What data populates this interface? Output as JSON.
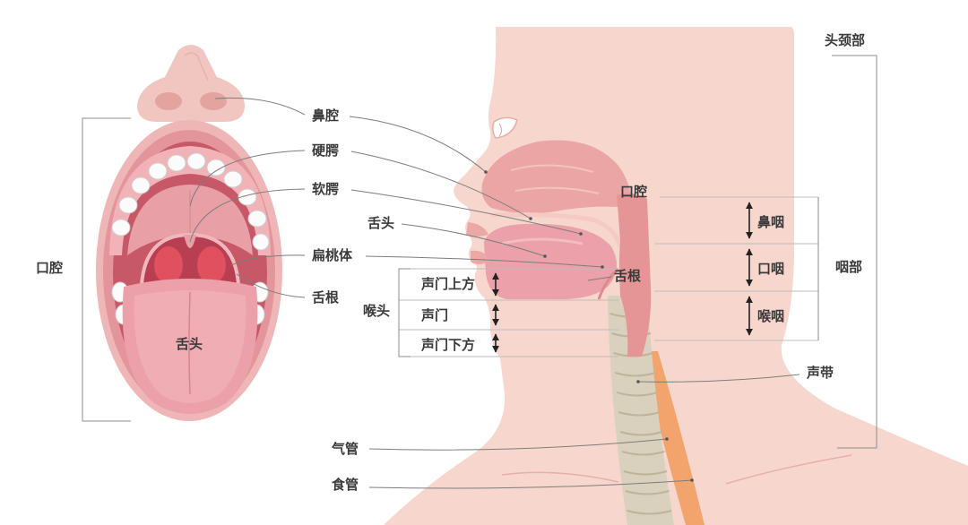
{
  "labels": {
    "head_neck": "头颈部",
    "nasal_cavity": "鼻腔",
    "hard_palate": "硬腭",
    "soft_palate": "软腭",
    "tonsil": "扁桃体",
    "tongue_root_left": "舌根",
    "oral_cavity_left": "口腔",
    "tongue_on_figure": "舌头",
    "tongue_mid": "舌头",
    "oral_cavity_right": "口腔",
    "larynx": "喉头",
    "supraglottic": "声门上方",
    "glottis": "声门",
    "subglottic": "声门下方",
    "tongue_root_right": "舌根",
    "nasopharynx": "鼻咽",
    "oropharynx": "口咽",
    "hypopharynx": "喉咽",
    "pharynx": "咽部",
    "vocal_cords": "声带",
    "trachea": "气管",
    "esophagus": "食管"
  },
  "colors": {
    "skin": "#f7d6ce",
    "lips": "#e4959c",
    "mouth_interior": "#c65868",
    "tonsil": "#e0505f",
    "tongue": "#eca0a9",
    "nasal_cavity": "#eba5a4",
    "pharynx": "#e69597",
    "trachea": "#d9d1be",
    "esophagus": "#f2a46c"
  }
}
